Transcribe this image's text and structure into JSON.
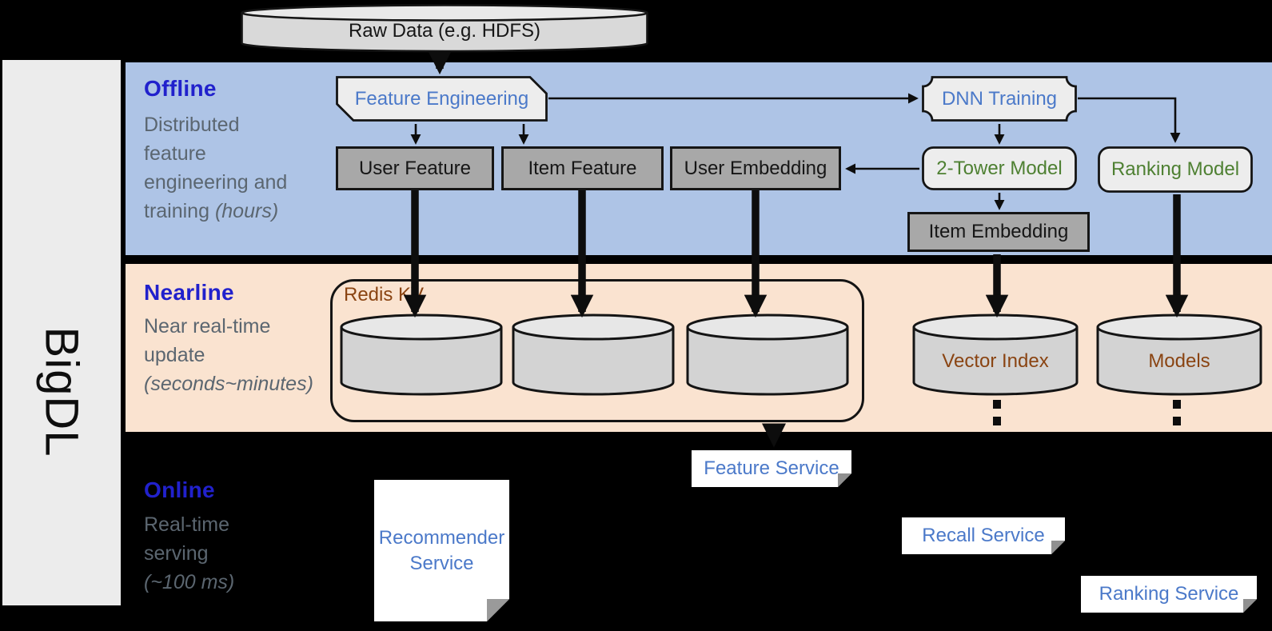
{
  "brand": {
    "name": "BigDL"
  },
  "top": {
    "raw_data": "Raw Data (e.g. HDFS)"
  },
  "bands": {
    "offline": {
      "title": "Offline",
      "desc_lines": [
        "Distributed",
        "feature",
        "engineering and"
      ],
      "desc_tail": "training",
      "desc_tail_italic": "(hours)"
    },
    "nearline": {
      "title": "Nearline",
      "desc_lines": [
        "Near real-time",
        "update"
      ],
      "desc_tail": "",
      "desc_tail_italic": "(seconds~minutes)"
    },
    "online": {
      "title": "Online",
      "desc_lines": [
        "Real-time",
        "serving"
      ],
      "desc_tail": "",
      "desc_tail_italic": "(~100 ms)"
    }
  },
  "nodes": {
    "feature_engineering": "Feature Engineering",
    "dnn_training": "DNN Training",
    "user_feature": "User Feature",
    "item_feature": "Item Feature",
    "user_embedding": "User Embedding",
    "two_tower_model": "2-Tower Model",
    "ranking_model": "Ranking Model",
    "item_embedding": "Item Embedding",
    "redis_kv": "Redis KV",
    "vector_index": "Vector Index",
    "models": "Models",
    "recommender_service": "Recommender Service",
    "feature_service": "Feature Service",
    "recall_service": "Recall Service",
    "ranking_service": "Ranking Service"
  },
  "colors": {
    "offline_band": "#aec4e6",
    "nearline_band": "#fae3d0",
    "online_band": "#000000",
    "section_title_blue": "#2121cc",
    "description_gray": "#5b6670",
    "node_text_blue": "#4b79c9",
    "node_text_green": "#4e8032",
    "storage_text_brown": "#8a4412",
    "dark_box_fill": "#a8a8a8",
    "light_shape_fill": "#ededed",
    "cylinder_fill": "#d3d3d3",
    "sidebar_fill": "#ececec"
  }
}
